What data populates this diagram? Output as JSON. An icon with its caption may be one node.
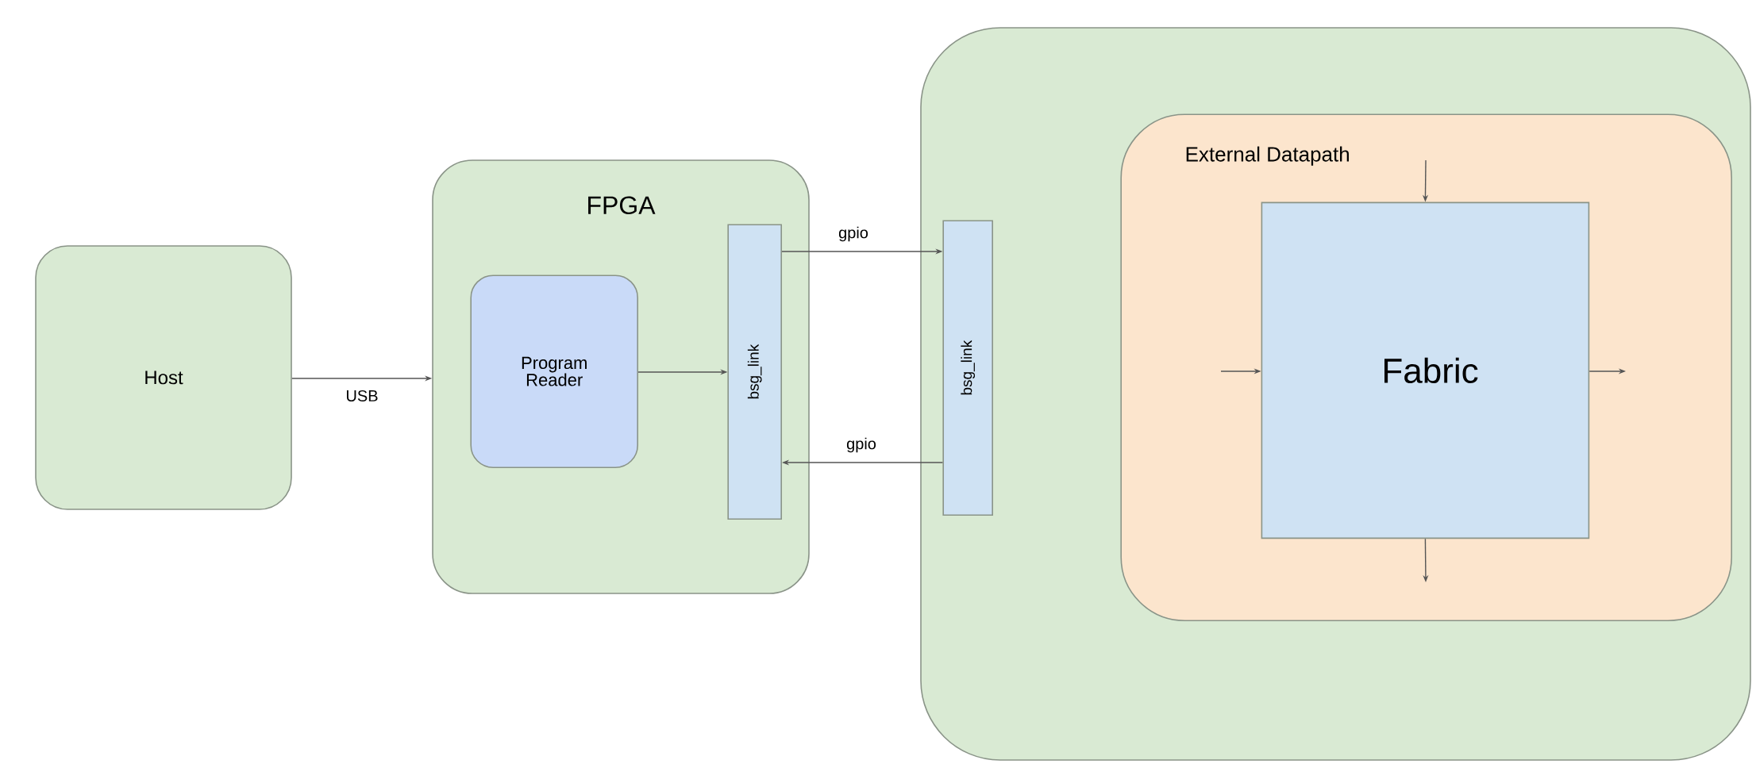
{
  "diagram": {
    "nodes": [
      {
        "text": [
          "Host"
        ]
      },
      {
        "text": [
          "FPGA"
        ]
      },
      {
        "text": [
          "Program Reader"
        ],
        "in": 1
      },
      {
        "text": [
          "bsg_link"
        ],
        "in": 1
      },
      {
        "text": [],
        "shape": "box"
      },
      {
        "text": [
          "bsg_link"
        ],
        "in": 4
      },
      {
        "text": [
          "External Datapath"
        ],
        "in": 4
      },
      {
        "text": [
          "Fabric"
        ],
        "in": 6
      }
    ],
    "edges": [
      {
        "from": 0,
        "to": 1,
        "arrow": "to",
        "label": "USB"
      },
      {
        "from": 2,
        "to": 3,
        "arrow": "to"
      },
      {
        "from": 3,
        "to": 5,
        "arrow": "to",
        "label": "gpio"
      },
      {
        "from": 5,
        "to": 3,
        "arrow": "to",
        "label": "gpio"
      },
      {
        "from": null,
        "to": 7,
        "arrow": "to"
      },
      {
        "from": null,
        "to": 7,
        "arrow": "to"
      },
      {
        "from": 7,
        "to": null,
        "arrow": "to"
      },
      {
        "from": 7,
        "to": null,
        "arrow": "to"
      }
    ]
  }
}
